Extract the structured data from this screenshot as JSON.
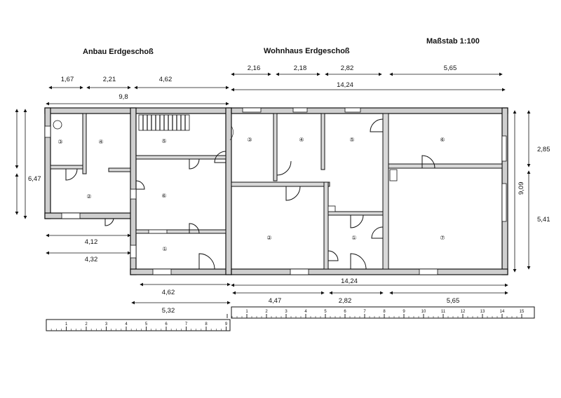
{
  "titles": {
    "anbau": "Anbau Erdgeschoß",
    "wohnhaus": "Wohnhaus Erdgeschoß",
    "scale": "Maßstab 1:100"
  },
  "dimensions": {
    "anbau_top_segments": [
      "1,67",
      "2,21",
      "4,62"
    ],
    "anbau_total_width": "9,8",
    "wohnhaus_top_segments": [
      "2,16",
      "2,18",
      "2,82",
      "5,65"
    ],
    "wohnhaus_total_width_top": "14,24",
    "anbau_depth_left": "6,47",
    "wohnhaus_right_segments": [
      "2,85",
      "5,41"
    ],
    "wohnhaus_depth_right": "9,09",
    "anbau_bottom_1": "4,12",
    "anbau_bottom_2": "4,32",
    "anbau_bottom_3": "4,62",
    "anbau_bottom_4": "5,32",
    "wohnhaus_total_width_bottom": "14,24",
    "wohnhaus_bottom_segments": [
      "4,47",
      "2,82",
      "5,65"
    ]
  },
  "rooms": {
    "anbau": [
      "③",
      "④",
      "②",
      "⑤",
      "⑥",
      "①"
    ],
    "wohnhaus": [
      "③",
      "④",
      "⑤",
      "⑥",
      "②",
      "①",
      "⑦"
    ]
  },
  "ruler_left": [
    "1",
    "2",
    "3",
    "4",
    "5",
    "6",
    "7",
    "8",
    "9"
  ],
  "ruler_right": [
    "1",
    "2",
    "3",
    "4",
    "5",
    "6",
    "7",
    "8",
    "9",
    "10",
    "11",
    "12",
    "13",
    "14",
    "15"
  ]
}
